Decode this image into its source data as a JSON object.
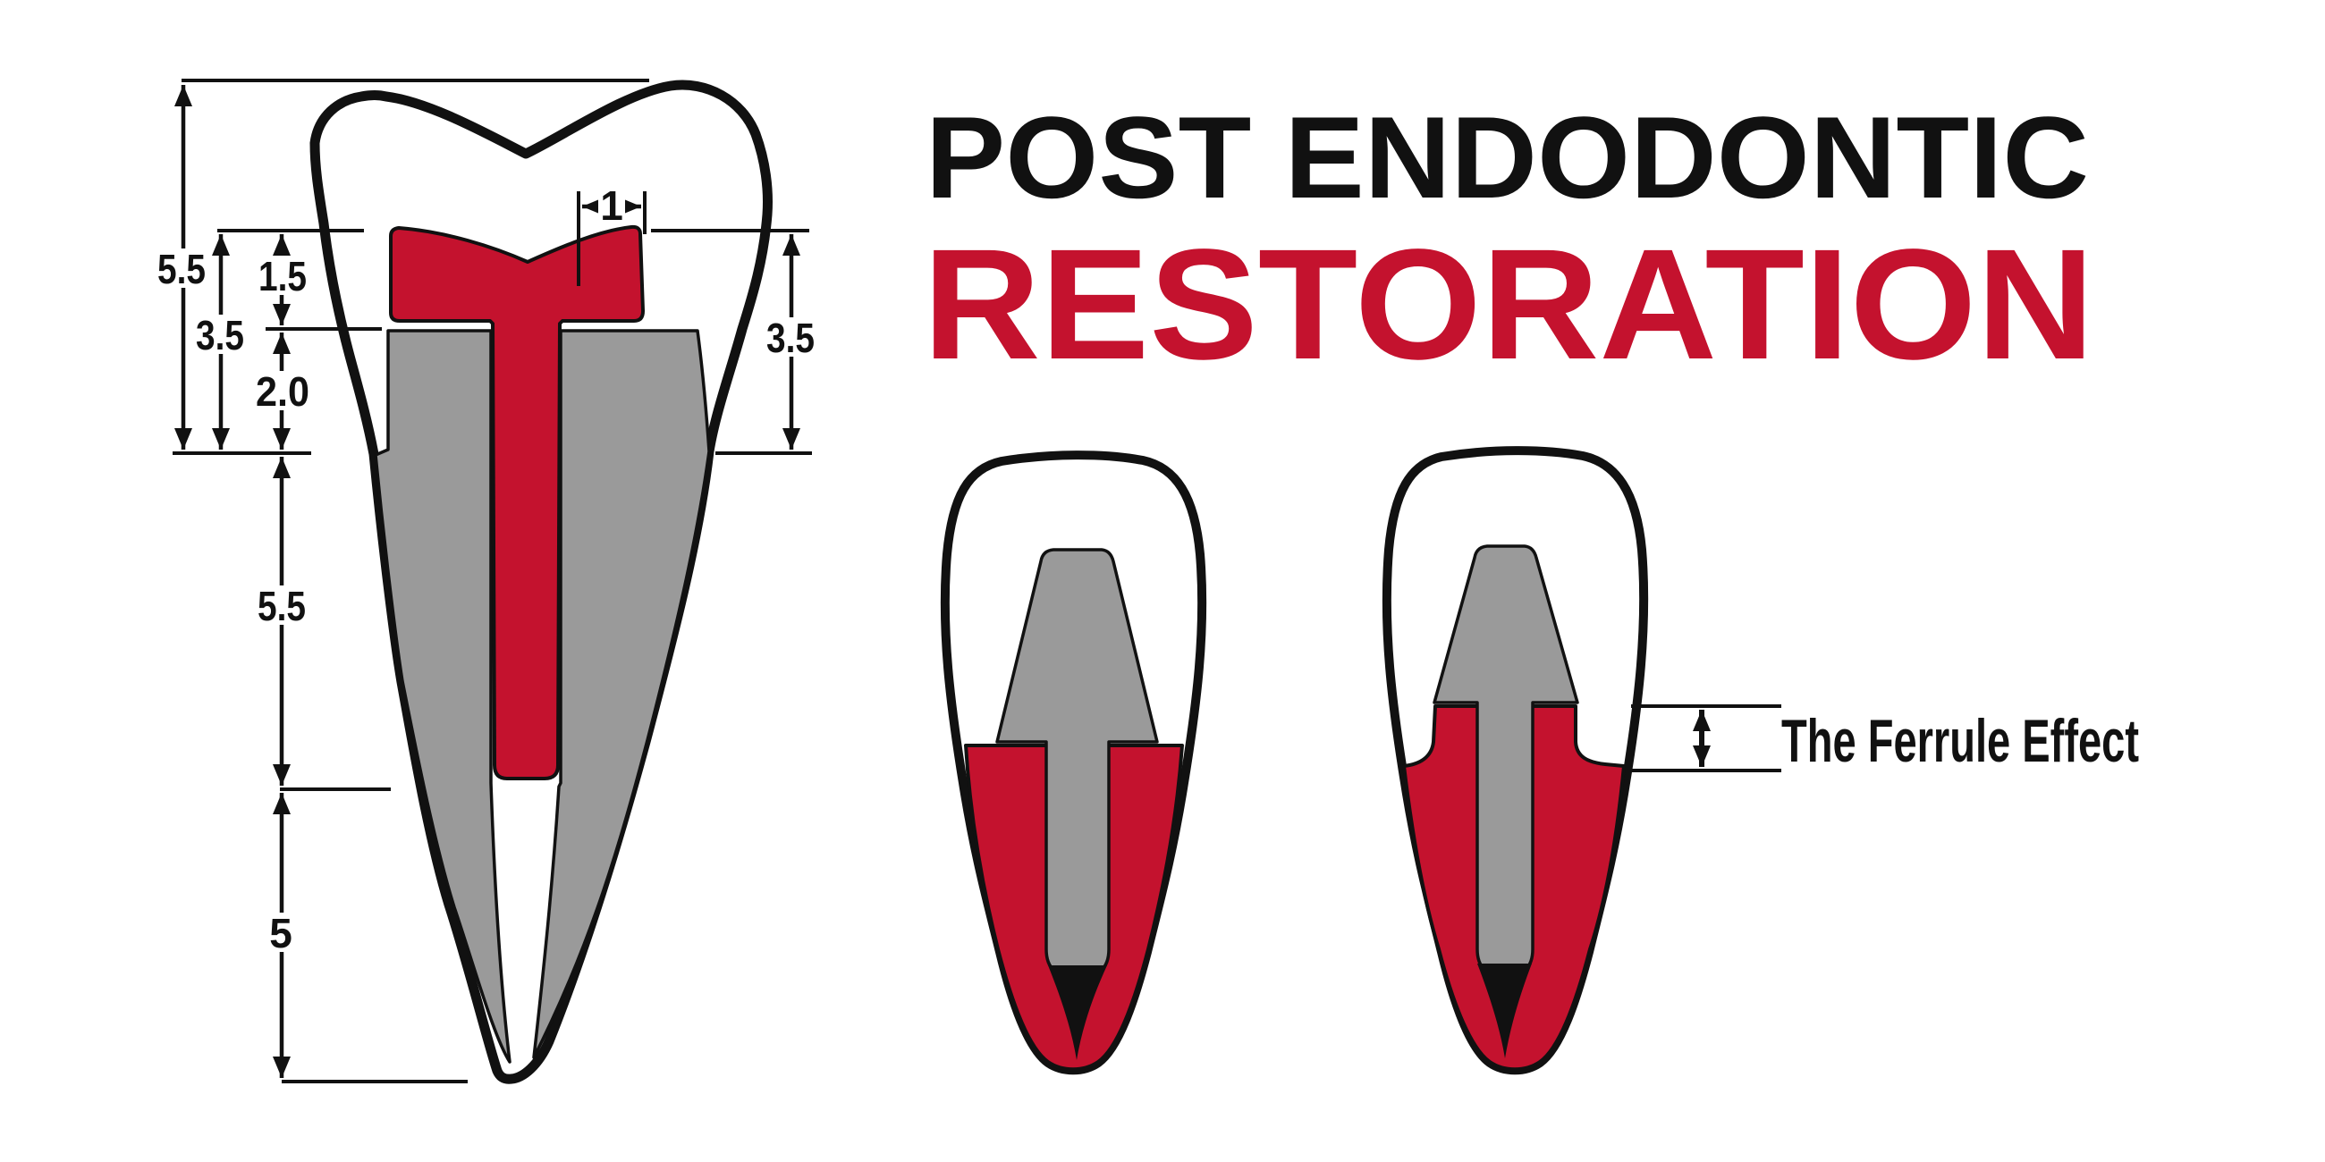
{
  "title": {
    "line1": "POST ENDODONTIC",
    "line2": "RESTORATION"
  },
  "colors": {
    "accent_red": "#C4122E",
    "dentin_gray": "#9A9A9A",
    "ink_black": "#111111",
    "background": "#FFFFFF"
  },
  "main_diagram": {
    "measurements": {
      "crown_height": "5.5",
      "core_with_ferrule_height": "3.5",
      "coronal_core_height": "1.5",
      "gingival_core_height": "2.0",
      "post_length_in_root": "5.5",
      "remaining_apical_filling": "5",
      "post_diameter": "1",
      "core_height_right": "3.5"
    }
  },
  "ferrule": {
    "label": "The Ferrule Effect"
  }
}
